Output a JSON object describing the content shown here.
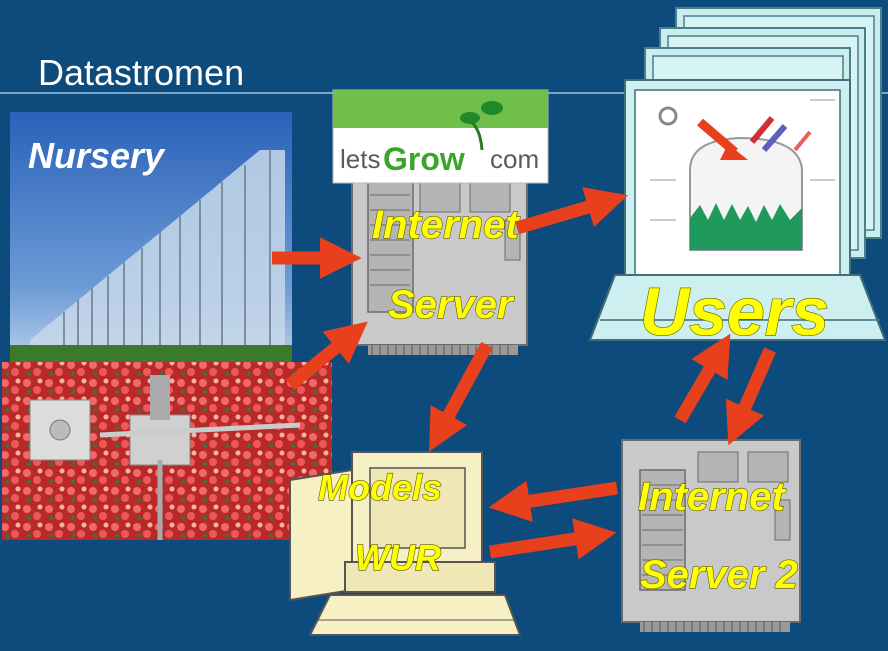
{
  "slide": {
    "title": "Datastromen"
  },
  "nodes": {
    "nursery": {
      "label": "Nursery"
    },
    "internet_server": {
      "line1": "Internet",
      "line2": "Server"
    },
    "logo": {
      "lets": "lets",
      "grow": "Grow",
      "com": "com"
    },
    "users": {
      "label": "Users"
    },
    "models": {
      "line1": "Models",
      "line2": "WUR"
    },
    "internet_server_2": {
      "line1": "Internet",
      "line2": "Server 2"
    }
  },
  "colors": {
    "background": "#0c4b7c",
    "arrow": "#e8401c",
    "label": "#ffff00",
    "server_gray": "#c9c9c9",
    "monitor_cyan": "#d8f2f2",
    "models_cream": "#f6f0c4"
  }
}
